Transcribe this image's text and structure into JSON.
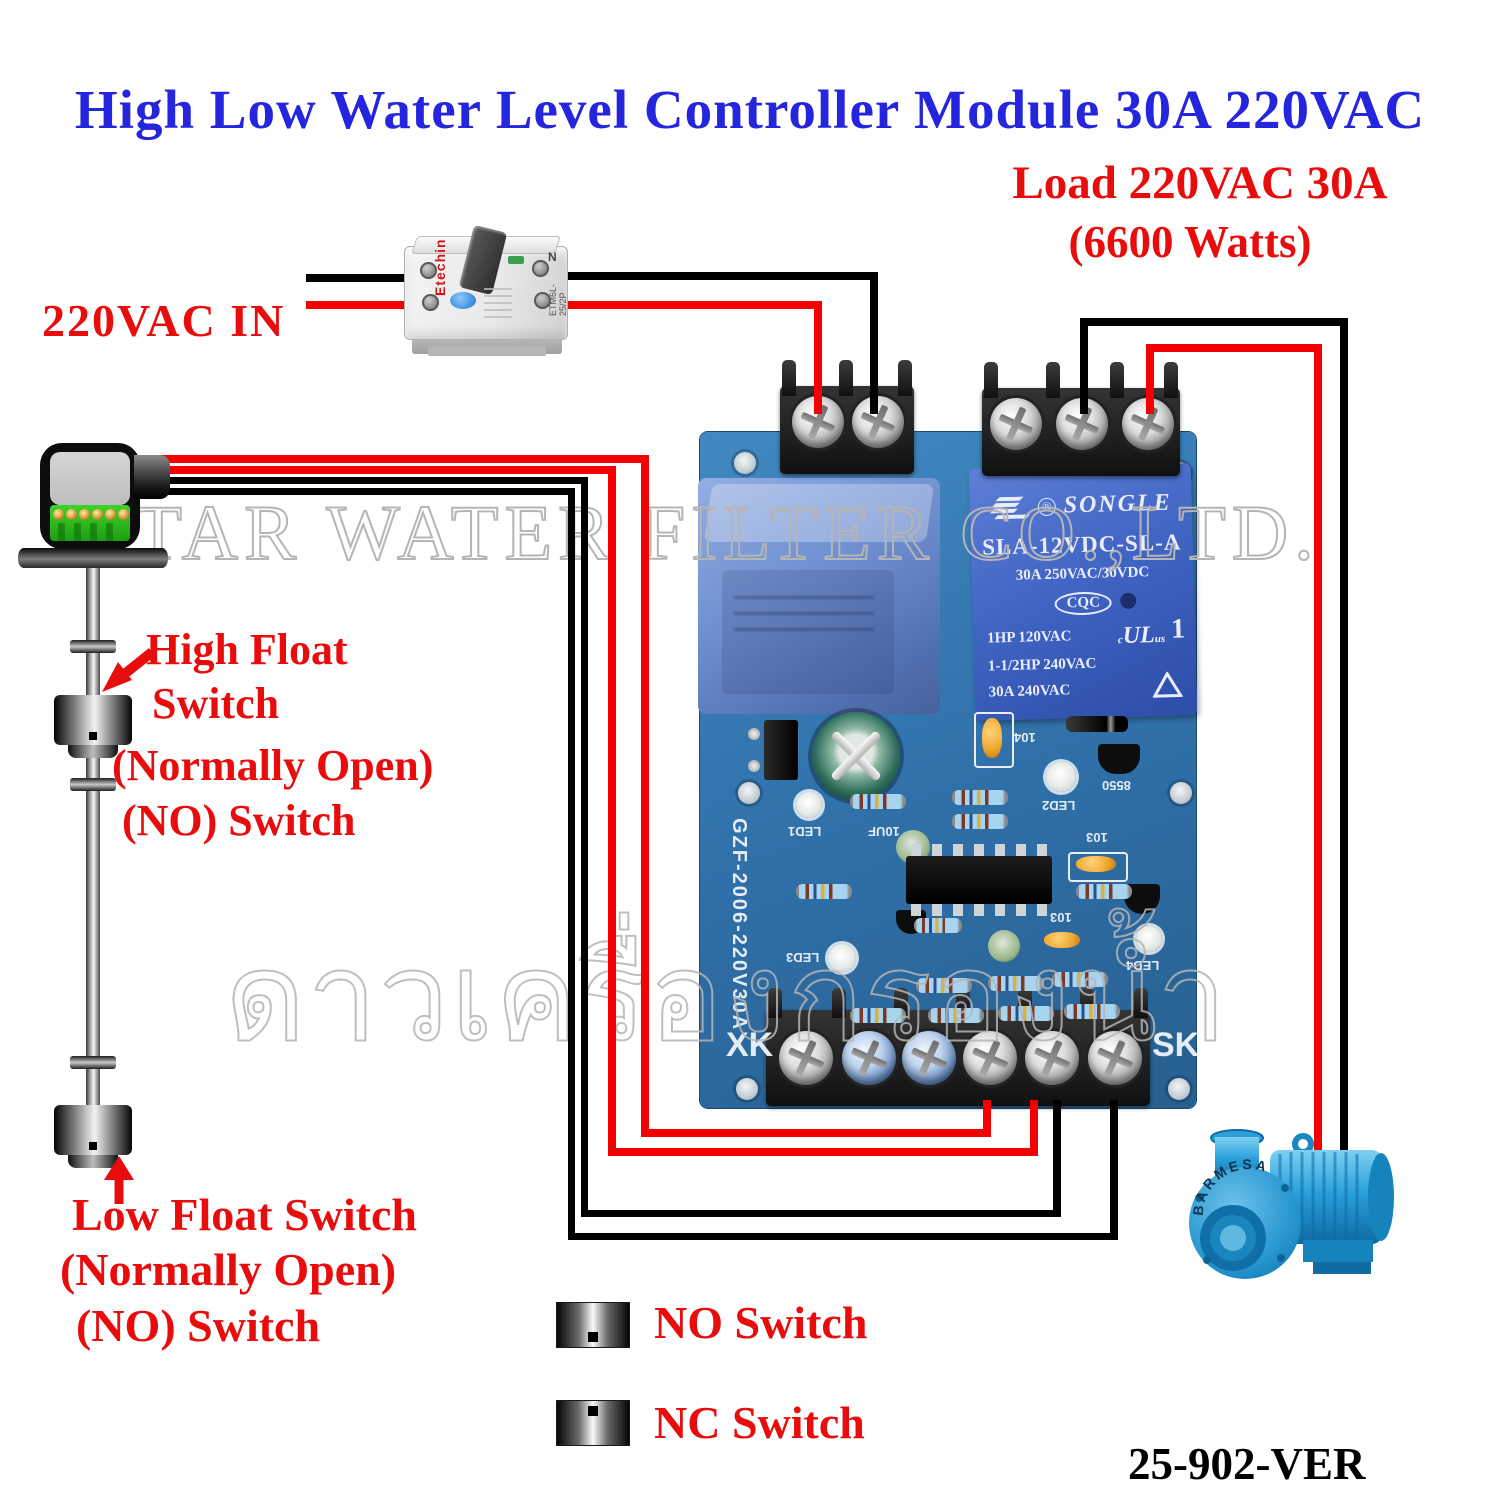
{
  "title": "High Low Water Level Controller Module 30A 220VAC",
  "load_label": {
    "line1": "Load 220VAC 30A",
    "line2": "(6600 Watts)"
  },
  "input_label": "220VAC  IN",
  "breaker": {
    "brand": "Etechin",
    "model": "ETM6L-25/2P",
    "neutral_marking": "N"
  },
  "float_switch": {
    "high_label": {
      "line1": "High Float",
      "line2": "Switch",
      "line3": "(Normally Open)",
      "line4": "(NO) Switch"
    },
    "low_label": {
      "line1": "Low Float Switch",
      "line2": "(Normally Open)",
      "line3": "(NO) Switch"
    }
  },
  "pcb": {
    "silkscreen": "GZF-2006-220V30A",
    "left_corner": "XK",
    "right_corner": "SK",
    "labels": {
      "led1": "LED1",
      "led2": "LED2",
      "led3": "LED3",
      "led4": "LED4",
      "cap10uf": "10UF",
      "c104": "104",
      "c103a": "103",
      "c103b": "103",
      "q8550": "8550"
    }
  },
  "relay": {
    "brand": "SONGLE",
    "reg_mark": "®",
    "model": "SLA-12VDC-SL-A",
    "rating1": "30A 250VAC/30VDC",
    "cert": "CQC",
    "hp1": "1HP 120VAC",
    "hp2": "1-1/2HP 240VAC",
    "rating2": "30A 240VAC",
    "ul_c": "c",
    "ul": "UL",
    "ul_us": "us",
    "ul_file": "1"
  },
  "pump": {
    "brand": "BARMESA"
  },
  "legend": {
    "items": [
      {
        "label": "NO Switch",
        "type": "normally-open"
      },
      {
        "label": "NC Switch",
        "type": "normally-closed"
      }
    ]
  },
  "version": "25-902-VER",
  "watermark": {
    "line1": "STAR WATER FILTER CO.,LTD.",
    "line2": "ดาวเครื่องกรองน้ำ"
  },
  "colors": {
    "title_blue": "#2525dd",
    "label_red": "#e80c0c",
    "wire_red": "#f50000",
    "wire_black": "#000000",
    "pcb_blue": "#2f6fa8",
    "relay_blue": "#4165c4",
    "transformer_blue": "#7291d2",
    "pump_blue": "#2aa0dc"
  }
}
